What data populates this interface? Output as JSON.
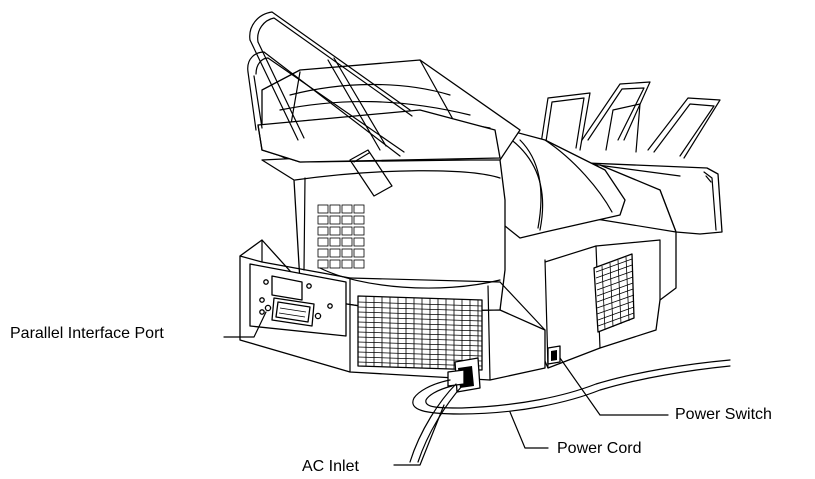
{
  "figure": {
    "callouts": [
      {
        "id": "parallel-interface-port",
        "text": "Parallel Interface Port"
      },
      {
        "id": "power-switch",
        "text": "Power Switch"
      },
      {
        "id": "power-cord",
        "text": "Power Cord"
      },
      {
        "id": "ac-inlet",
        "text": "AC Inlet"
      }
    ]
  }
}
